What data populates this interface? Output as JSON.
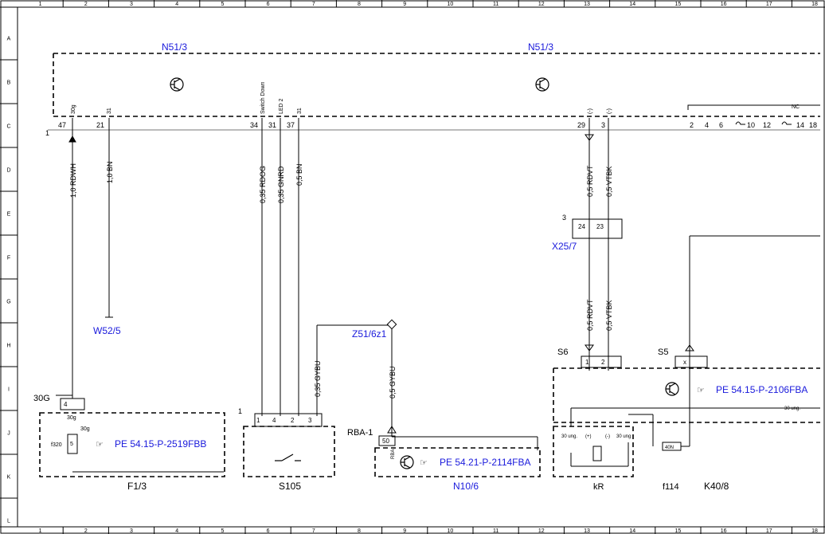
{
  "columns": [
    "1",
    "2",
    "3",
    "4",
    "5",
    "6",
    "7",
    "8",
    "9",
    "10",
    "11",
    "12",
    "13",
    "14",
    "15",
    "16",
    "17",
    "18"
  ],
  "rows": [
    "A",
    "B",
    "C",
    "D",
    "E",
    "F",
    "G",
    "H",
    "I",
    "J",
    "K",
    "L"
  ],
  "components": {
    "n51_left": "N51/3",
    "n51_right": "N51/3",
    "w52": "W52/5",
    "z51": "Z51/6z1",
    "x25": "X25/7",
    "f1": "F1/3",
    "s105": "S105",
    "n10": "N10/6",
    "kr": "kR",
    "f114": "f114",
    "k40": "K40/8"
  },
  "pins": {
    "p47": "47",
    "p21": "21",
    "p34": "34",
    "p31": "31",
    "p37": "37",
    "p29": "29",
    "p3": "3",
    "p2": "2",
    "p4": "4",
    "p6": "6",
    "p10": "10",
    "p12": "12",
    "p14": "14",
    "p18": "18",
    "left_one": "1",
    "x25_3": "3",
    "x25_24": "24",
    "x25_23": "23",
    "s6_1": "1",
    "s6_2": "2",
    "s5_x": "x",
    "s105_1": "1",
    "s105_4": "4",
    "s105_2": "2",
    "s105_3": "3",
    "s105_lead": "1",
    "f1_4": "4",
    "rba_50": "50"
  },
  "pin_names": {
    "n30g": "30g",
    "n31a": "31",
    "switch_down": "Switch Down",
    "led2": "LED 2",
    "n31b": "31",
    "minus1": "(-)",
    "minus2": "(-)",
    "nc": "NC"
  },
  "wires": {
    "w1": "1,0 RDWH",
    "w2": "1,0 BN",
    "w3": "0,35 RDOG",
    "w4": "0,35 GNRD",
    "w5": "0,5 BN",
    "w6": "0,5 RDVT",
    "w7": "0,5 VTBK",
    "w8": "0,5 RDVT",
    "w9": "0,5 VTBK",
    "w10": "0,35 GYBU",
    "w11": "0,5 GYBU"
  },
  "labels": {
    "lbl_30g_left": "30G",
    "lbl_30g_a": "30g",
    "lbl_30g_b": "30g",
    "lbl_f320": "f320",
    "lbl_fuse5": "5",
    "lbl_rba1": "RBA-1",
    "lbl_rba_pin": "RBA",
    "lbl_s6": "S6",
    "lbl_s5": "S5",
    "lbl_30ung_a": "30 ung.",
    "lbl_30ung_b": "30 ung.",
    "lbl_plus": "(+)",
    "lbl_minus": "(-)",
    "lbl_30ung_c": "30 ung",
    "lbl_40n": "40N"
  },
  "refs": {
    "ref_f1": "PE 54.15-P-2519FBB",
    "ref_n10": "PE 54.21-P-2114FBA",
    "ref_kr": "PE 54.15-P-2106FBA"
  }
}
